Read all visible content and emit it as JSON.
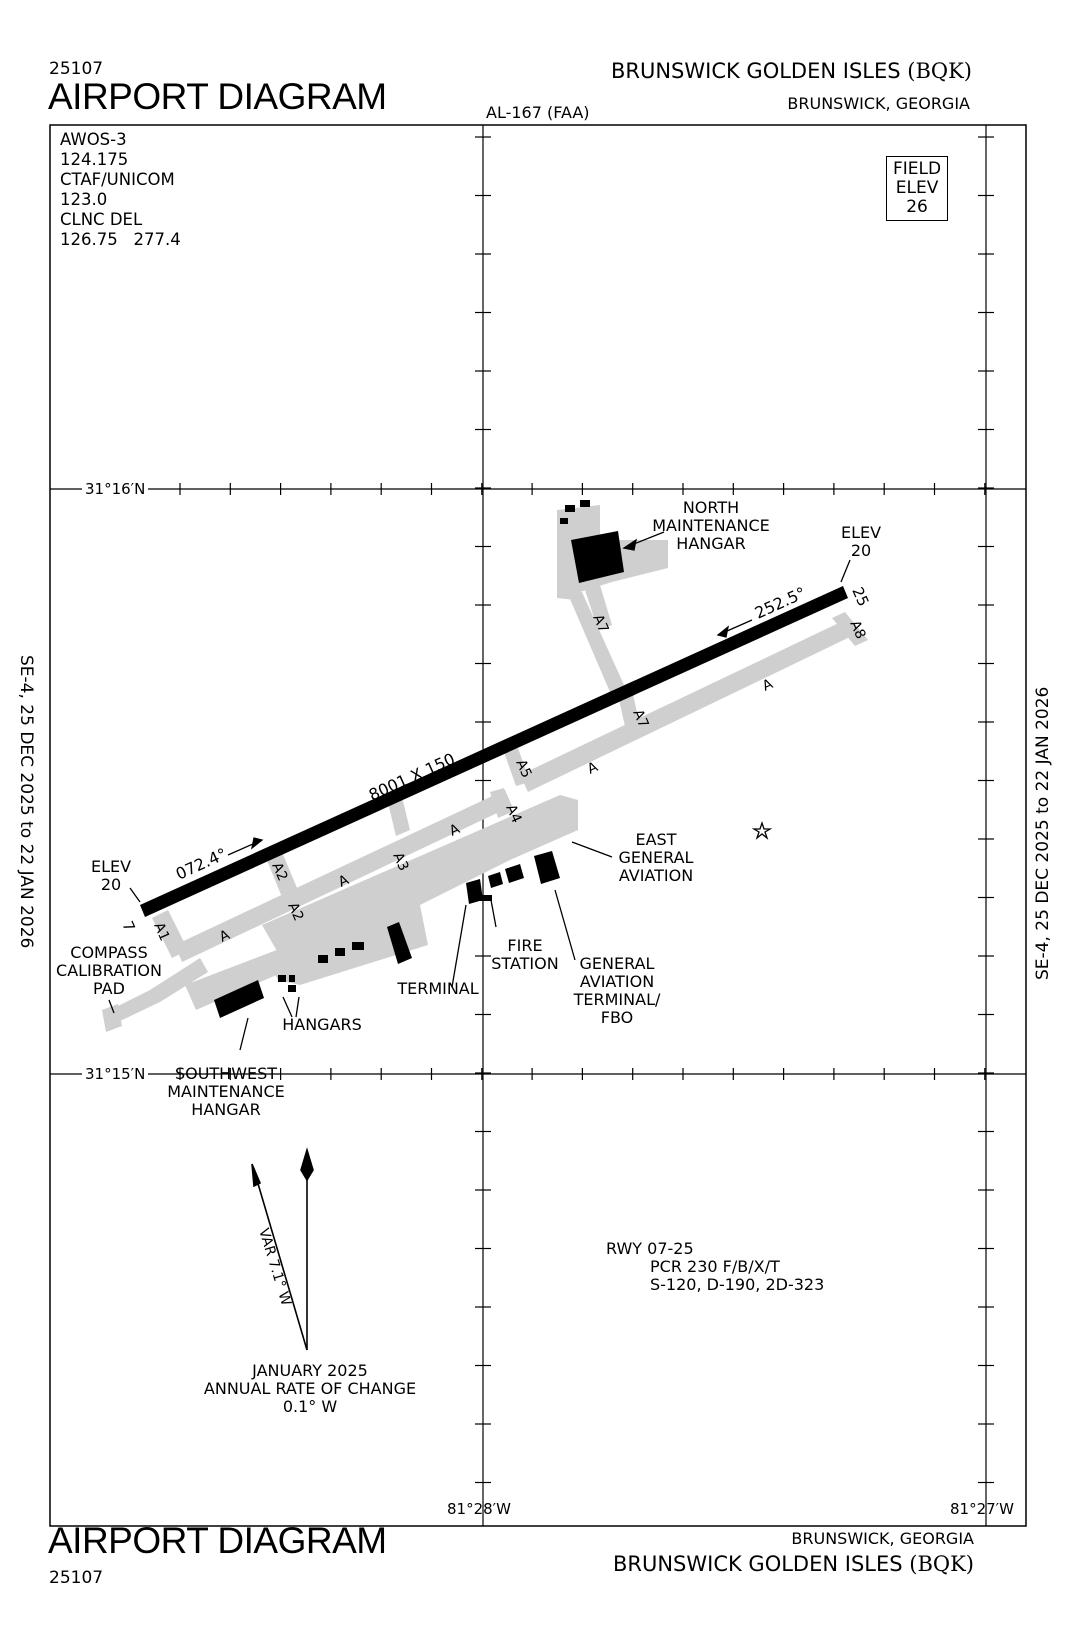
{
  "header": {
    "doc_number": "25107",
    "title": "AIRPORT DIAGRAM",
    "airport_name": "BRUNSWICK GOLDEN ISLES",
    "airport_ident": "(BQK)",
    "city_state": "BRUNSWICK, GEORGIA",
    "procedure_id": "AL-167 (FAA)"
  },
  "footer": {
    "doc_number": "25107",
    "title": "AIRPORT DIAGRAM",
    "airport_name": "BRUNSWICK GOLDEN ISLES",
    "airport_ident": "(BQK)",
    "city_state": "BRUNSWICK, GEORGIA"
  },
  "effective": {
    "left": "SE-4,  25 DEC 2025  to  22 JAN 2026",
    "right": "SE-4,  25 DEC 2025  to  22 JAN 2026"
  },
  "frequencies": [
    "AWOS-3",
    "124.175",
    "CTAF/UNICOM",
    "123.0",
    "CLNC DEL",
    "126.75   277.4"
  ],
  "field_elev": {
    "line1": "FIELD",
    "line2": "ELEV",
    "value": "26"
  },
  "grid": {
    "lat_north": "31°16′N",
    "lat_south": "31°15′N",
    "lon_west": "81°28′W",
    "lon_east": "81°27′W"
  },
  "runway": {
    "dimensions": "8001 X 150",
    "heading_07": "072.4°",
    "heading_25": "252.5°",
    "end_07": "7",
    "end_25": "25",
    "elev_07_label": "ELEV",
    "elev_07": "20",
    "elev_25_label": "ELEV",
    "elev_25": "20"
  },
  "taxiways": {
    "A": "A",
    "A1": "A1",
    "A2": "A2",
    "A3": "A3",
    "A4": "A4",
    "A5": "A5",
    "A7": "A7",
    "A8": "A8"
  },
  "facilities": {
    "north_hangar": [
      "NORTH",
      "MAINTENANCE",
      "HANGAR"
    ],
    "east_ga": [
      "EAST",
      "GENERAL",
      "AVIATION"
    ],
    "fire_station": [
      "FIRE",
      "STATION"
    ],
    "ga_terminal": [
      "GENERAL",
      "AVIATION",
      "TERMINAL/",
      "FBO"
    ],
    "terminal": "TERMINAL",
    "hangars": "HANGARS",
    "compass_pad": [
      "COMPASS",
      "CALIBRATION",
      "PAD"
    ],
    "southwest_hangar": [
      "SOUTHWEST",
      "MAINTENANCE",
      "HANGAR"
    ]
  },
  "magnetic": {
    "variation": "VAR 7.1° W",
    "rate_lines": [
      "JANUARY 2025",
      "ANNUAL RATE OF CHANGE",
      "0.1° W"
    ]
  },
  "runway_info": [
    "RWY 07-25",
    "PCR 230 F/B/X/T",
    "S-120, D-190, 2D-323"
  ],
  "colors": {
    "pavement": "#cfcfcf",
    "ink": "#000000"
  }
}
